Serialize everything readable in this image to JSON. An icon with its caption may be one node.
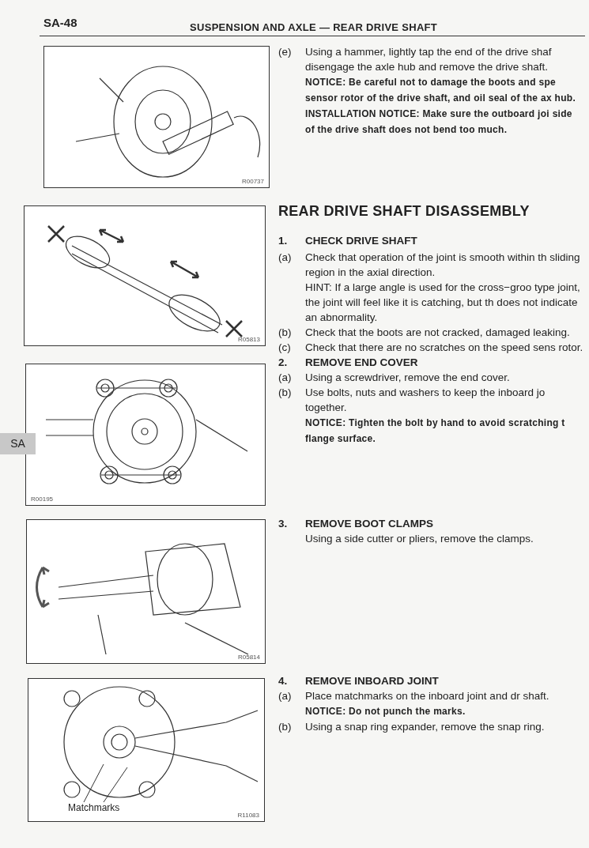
{
  "diagram": {
    "title": "SUSPENSION AND AXLE — REAR DRIVE SHAFT",
    "nodes": [
      {
        "text": [
          "R00737"
        ]
      },
      {
        "text": [
          "R05813"
        ]
      },
      {
        "text": [
          "R00195"
        ]
      },
      {
        "text": [
          "R05814"
        ]
      },
      {
        "text": [
          "R11083"
        ]
      },
      {
        "text": [
          "Matchmarks"
        ],
        "in": 4
      },
      {
        "text": [
          "SA"
        ]
      }
    ],
    "edges": [
      {
        "from": 5,
        "to": null,
        "arrow": "none"
      },
      {
        "from": 5,
        "to": null,
        "arrow": "none"
      }
    ],
    "labels": [
      "SA-48",
      "(e)",
      "Using a hammer, lightly tap the end of the drive shaf disengage the axle hub and remove the drive shaft.",
      "NOTICE: Be careful not to damage the boots and spe sensor rotor of the drive shaft, and oil seal of the ax hub.",
      "INSTALLATION NOTICE: Make sure the outboard joi side of the drive shaft does not bend too much.",
      "REAR DRIVE SHAFT DISASSEMBLY",
      "1.",
      "CHECK DRIVE SHAFT",
      "(a)",
      "Check that operation of the joint is smooth within th sliding region in the axial direction.",
      "HINT: If a large angle is used for the cross−groo type joint, the joint will feel like it is catching, but th does not indicate an abnormality.",
      "(b)",
      "Check that the boots are not cracked, damaged leaking.",
      "(c)",
      "Check that there are no scratches on the speed sens rotor.",
      "2.",
      "REMOVE END COVER",
      "(a)",
      "Using a screwdriver, remove the end cover.",
      "(b)",
      "Use bolts, nuts and washers to keep the inboard jo together.",
      "NOTICE: Tighten the bolt by hand to avoid scratching t flange surface.",
      "3.",
      "REMOVE BOOT CLAMPS",
      "Using a side cutter or pliers, remove the clamps.",
      "4.",
      "REMOVE INBOARD JOINT",
      "(a)",
      "Place matchmarks on the inboard joint and dr shaft.",
      "NOTICE: Do not punch the marks.",
      "(b)",
      "Using a snap ring expander, remove the snap ring."
    ]
  }
}
